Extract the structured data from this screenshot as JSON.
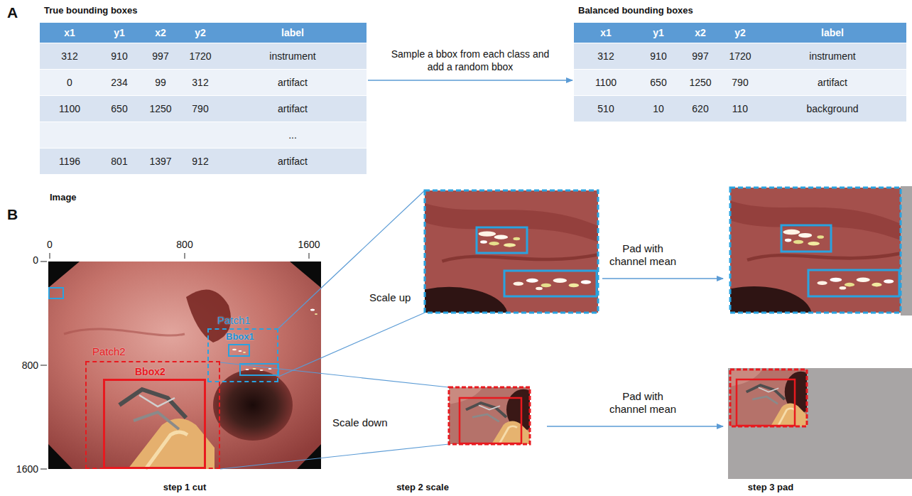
{
  "diagram": {
    "nodes": [
      {
        "text": [
          "True bounding boxes"
        ]
      },
      {
        "text": [
          "Balanced bounding boxes"
        ]
      },
      {
        "text": [
          "Patch1"
        ]
      },
      {
        "text": [
          "Patch2"
        ]
      },
      {
        "text": [
          "Bbox2"
        ],
        "in": 3
      }
    ],
    "edges": [
      {
        "from": 0,
        "to": 1,
        "arrow": "to",
        "label": "Sample a bbox from each class and add a random bbox"
      }
    ],
    "labels": [
      "A",
      "x1",
      "y1",
      "x2",
      "y2",
      "label",
      "312",
      "910",
      "997",
      "1720",
      "instrument",
      "0",
      "234",
      "99",
      "312",
      "artifact",
      "1100",
      "650",
      "1250",
      "790",
      "artifact",
      "...",
      "1196",
      "801",
      "1397",
      "912",
      "artifact",
      "x1",
      "y1",
      "x2",
      "y2",
      "label",
      "312",
      "910",
      "997",
      "1720",
      "instrument",
      "1100",
      "650",
      "1250",
      "790",
      "artifact",
      "510",
      "10",
      "620",
      "110",
      "background",
      "B",
      "Image",
      "0",
      "800",
      "1600",
      "0",
      "800",
      "1600",
      "Bbox1",
      "Scale up",
      "Pad with channel mean",
      "Scale down",
      "Pad with channel mean",
      "step 1 cut",
      "step 2 scale",
      "step 3 pad"
    ]
  }
}
